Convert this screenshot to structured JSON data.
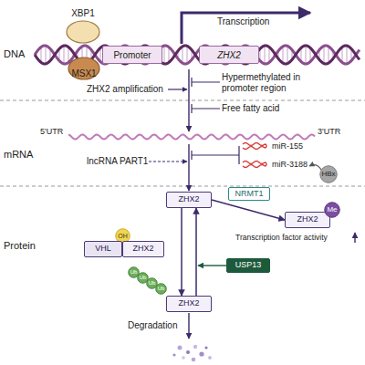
{
  "diagram": {
    "nodes": [
      {
        "text": [
          "XBP1"
        ]
      },
      {
        "text": [
          "Promoter"
        ]
      },
      {
        "text": [
          "ZHX2"
        ]
      },
      {
        "text": [
          "MSX1"
        ]
      },
      {
        "text": [
          "HBx"
        ]
      },
      {
        "text": [
          "NRMT1"
        ]
      },
      {
        "text": [
          "ZHX2"
        ]
      },
      {
        "text": [
          "ZHX2"
        ]
      },
      {
        "text": [
          "Me"
        ]
      },
      {
        "text": [
          "OH"
        ]
      },
      {
        "text": [
          "VHL"
        ]
      },
      {
        "text": [
          "ZHX2"
        ]
      },
      {
        "text": [
          "USP13"
        ]
      },
      {
        "text": [
          "Ub"
        ]
      },
      {
        "text": [
          "Ub"
        ]
      },
      {
        "text": [
          "Ub"
        ]
      },
      {
        "text": [
          "Ub"
        ]
      },
      {
        "text": [
          "ZHX2"
        ]
      }
    ],
    "edges": [
      {
        "from": 6,
        "to": 7,
        "arrow": "to"
      },
      {
        "from": 6,
        "to": 17,
        "arrow": "to"
      },
      {
        "from": 17,
        "to": 6,
        "arrow": "to"
      }
    ],
    "labels": [
      "DNA",
      "Transcription",
      "ZHX2 amplification",
      "Hypermethylated in promoter region",
      "Free fatty acid",
      "mRNA",
      "5'UTR",
      "3'UTR",
      "lncRNA PART1",
      "miR-155",
      "miR-3188",
      "Protein",
      "Transcription factor activity",
      "Degradation"
    ]
  }
}
